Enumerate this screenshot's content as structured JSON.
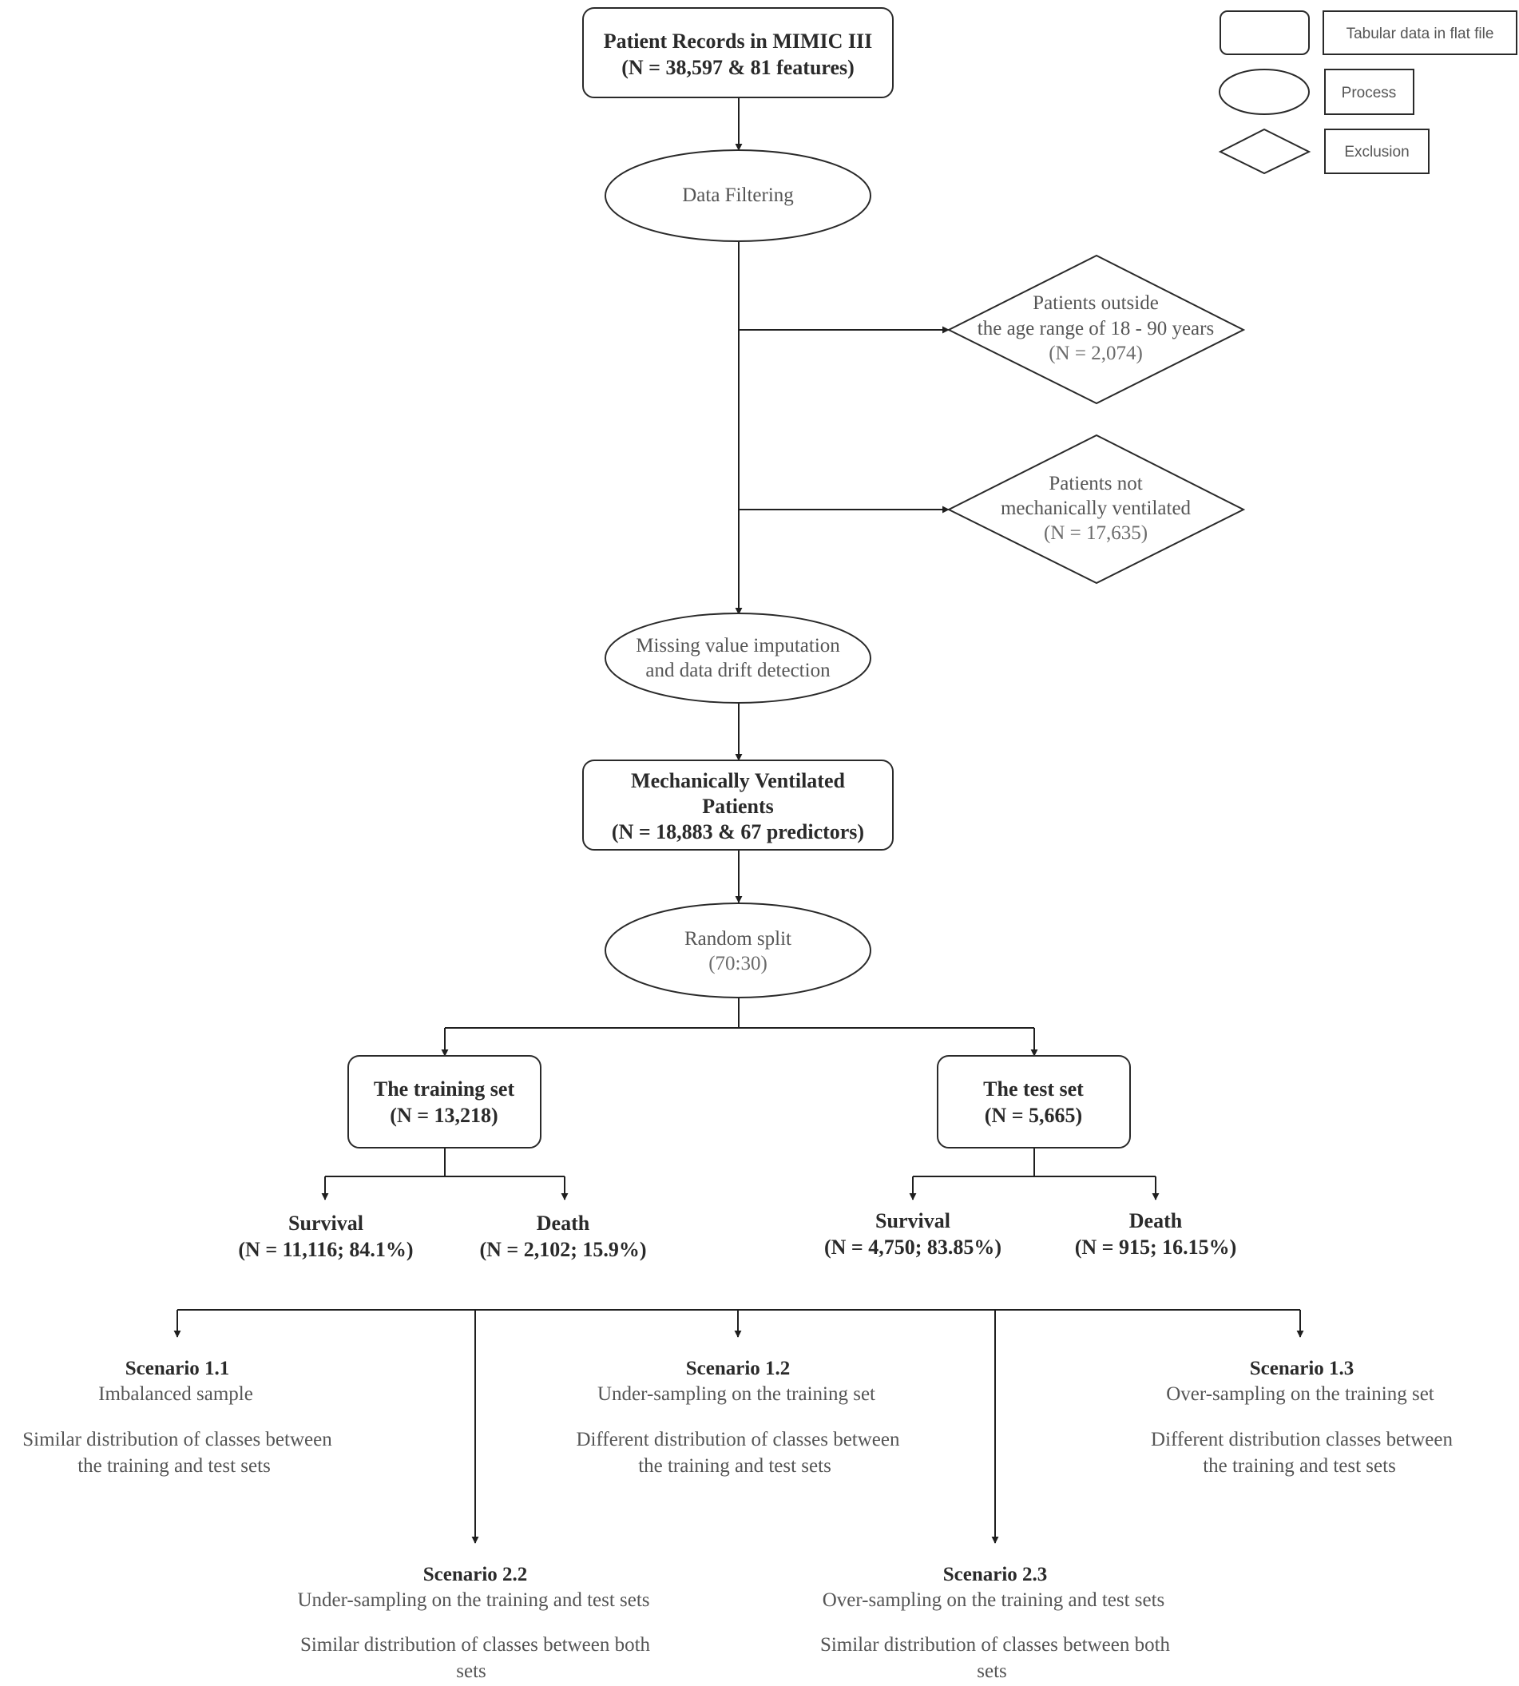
{
  "legend": {
    "tabular_label": "Tabular data in flat file",
    "process_label": "Process",
    "exclusion_label": "Exclusion"
  },
  "nodes": {
    "patient_records": {
      "line1": "Patient Records in MIMIC III",
      "line2": "(N = 38,597 & 81 features)"
    },
    "data_filtering": {
      "label": "Data Filtering"
    },
    "exclusion_age": {
      "line1": "Patients outside",
      "line2": "the age range of 18 - 90 years",
      "line3": "(N = 2,074)"
    },
    "exclusion_ventilation": {
      "line1": "Patients not",
      "line2": "mechanically ventilated",
      "line3": "(N = 17,635)"
    },
    "imputation": {
      "line1": "Missing value imputation",
      "line2": "and data drift detection"
    },
    "ventilated": {
      "line1": "Mechanically Ventilated",
      "line2": "Patients",
      "line3": "(N = 18,883 & 67 predictors)"
    },
    "random_split": {
      "line1": "Random split",
      "line2": "(70:30)"
    },
    "training_set": {
      "line1": "The training set",
      "line2": "(N = 13,218)"
    },
    "test_set": {
      "line1": "The test set",
      "line2": "(N = 5,665)"
    },
    "train_survival": {
      "line1": "Survival",
      "line2": "(N = 11,116; 84.1%)"
    },
    "train_death": {
      "line1": "Death",
      "line2": "(N = 2,102; 15.9%)"
    },
    "test_survival": {
      "line1": "Survival",
      "line2": "(N = 4,750; 83.85%)"
    },
    "test_death": {
      "line1": "Death",
      "line2": "(N = 915; 16.15%)"
    }
  },
  "scenarios": {
    "s11": {
      "title": "Scenario 1.1",
      "subtitle": "Imbalanced sample",
      "desc1": "Similar distribution of classes between",
      "desc2": "the training and test sets"
    },
    "s12": {
      "title": "Scenario 1.2",
      "subtitle": "Under-sampling on the training set",
      "desc1": "Different distribution of classes between",
      "desc2": "the training and test sets"
    },
    "s13": {
      "title": "Scenario 1.3",
      "subtitle": "Over-sampling on the training set",
      "desc1": "Different distribution classes between",
      "desc2": "the training and test sets"
    },
    "s22": {
      "title": "Scenario 2.2",
      "subtitle": "Under-sampling on the training and test sets",
      "desc1": "Similar distribution of classes between both",
      "desc2": "sets"
    },
    "s23": {
      "title": "Scenario 2.3",
      "subtitle": "Over-sampling on the training and test sets",
      "desc1": "Similar distribution of classes between both",
      "desc2": "sets"
    }
  }
}
